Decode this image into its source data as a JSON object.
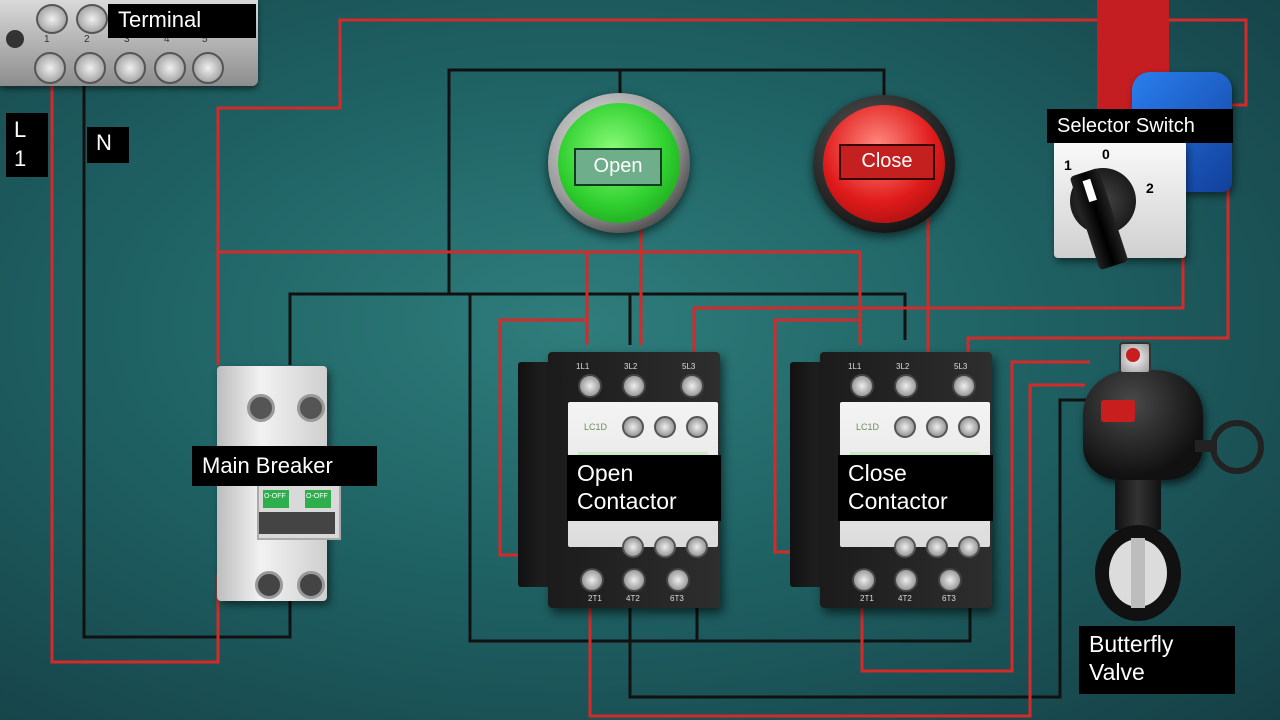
{
  "labels": {
    "terminal": "Terminal",
    "l1_line1": "L",
    "l1_line2": "1",
    "neutral": "N",
    "main_breaker": "Main Breaker",
    "open_button": "Open",
    "close_button": "Close",
    "selector_switch": "Selector Switch",
    "open_contactor_line1": "Open",
    "open_contactor_line2": "Contactor",
    "close_contactor_line1": "Close",
    "close_contactor_line2": "Contactor",
    "butterfly_valve_line1": "Butterfly",
    "butterfly_valve_line2": "Valve"
  },
  "terminal_numbers": [
    "1",
    "2",
    "3",
    "4",
    "5"
  ],
  "selector_positions": [
    "1",
    "0",
    "2"
  ],
  "contactor_marks": {
    "top": [
      "1L1",
      "3L2",
      "5L3"
    ],
    "bottom": [
      "2T1",
      "4T2",
      "6T3"
    ],
    "model": "LC1D"
  },
  "breaker_marks": [
    "O-OFF",
    "O-OFF"
  ],
  "colors": {
    "live_wire": "#d42a2a",
    "neutral_wire": "#111111",
    "open_button": "#2fcf2f",
    "close_button": "#d81c1c",
    "selector_body": "#1a5fd0",
    "background": "#1f6264"
  }
}
